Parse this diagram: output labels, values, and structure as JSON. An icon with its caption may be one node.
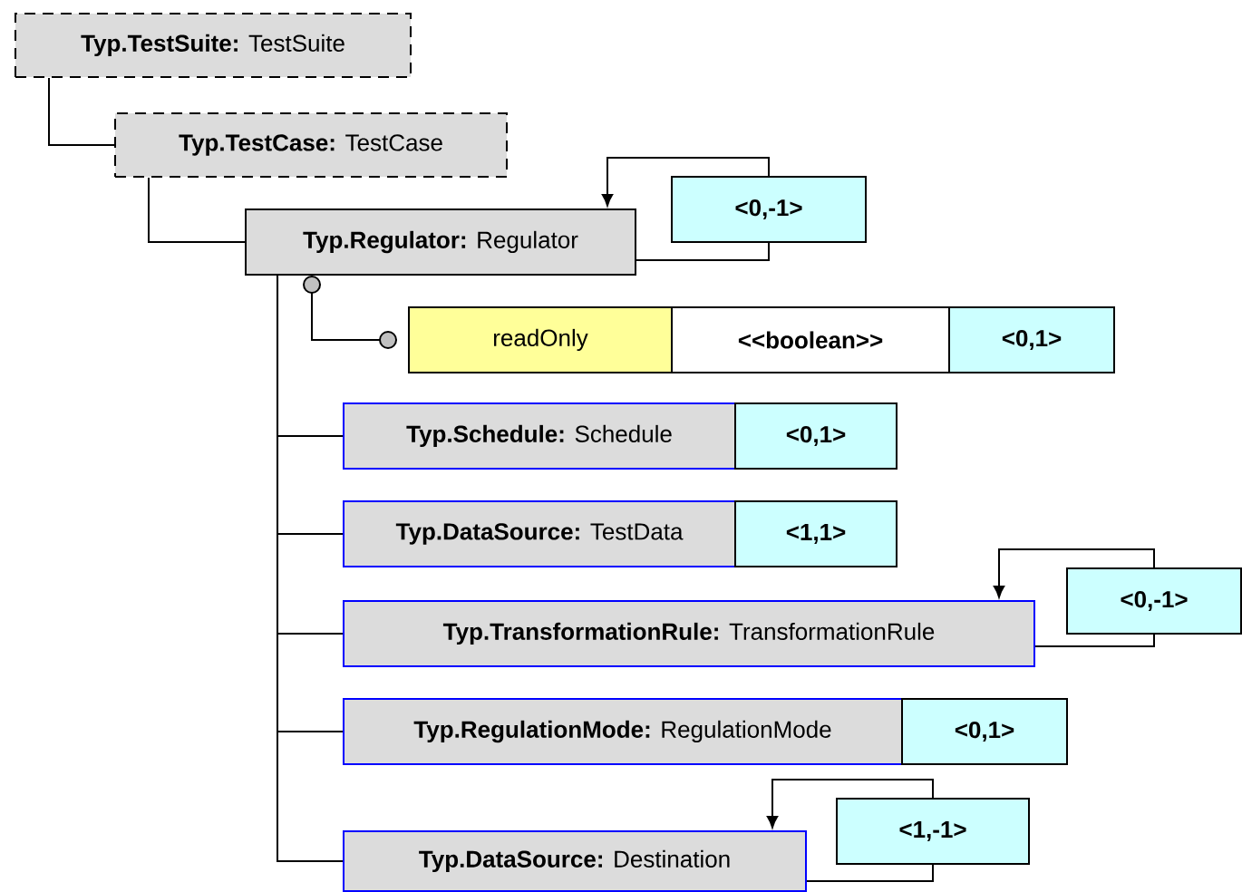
{
  "diagram": {
    "nodes": [
      {
        "text": [
          "**Typ.TestSuite:** TestSuite"
        ]
      },
      {
        "text": [
          "**Typ.TestCase:** TestCase"
        ]
      },
      {
        "text": [
          "**Typ.Regulator:** Regulator"
        ]
      },
      {
        "text": [
          "<0,-1>"
        ]
      },
      {
        "text": [
          "readOnly"
        ]
      },
      {
        "text": [
          "<<boolean>>"
        ]
      },
      {
        "text": [
          "<0,1>"
        ]
      },
      {
        "text": [
          "**Typ.Schedule:** Schedule"
        ]
      },
      {
        "text": [
          "<0,1>"
        ]
      },
      {
        "text": [
          "**Typ.DataSource:** TestData"
        ]
      },
      {
        "text": [
          "<1,1>"
        ]
      },
      {
        "text": [
          "**Typ.TransformationRule:** TransformationRule"
        ]
      },
      {
        "text": [
          "<0,-1>"
        ]
      },
      {
        "text": [
          "**Typ.RegulationMode:** RegulationMode"
        ]
      },
      {
        "text": [
          "<0,1>"
        ]
      },
      {
        "text": [
          "**Typ.DataSource:** Destination"
        ]
      },
      {
        "text": [
          "<1,-1>"
        ]
      }
    ],
    "edges": [
      {
        "from": 0,
        "to": 1,
        "arrow": "none"
      },
      {
        "from": 1,
        "to": 2,
        "arrow": "none"
      },
      {
        "from": 2,
        "to": 3,
        "arrow": "none"
      },
      {
        "from": 3,
        "to": 2,
        "arrow": "to"
      },
      {
        "from": 2,
        "to": 4,
        "arrow": "other"
      },
      {
        "from": 2,
        "to": 7,
        "arrow": "none"
      },
      {
        "from": 2,
        "to": 9,
        "arrow": "none"
      },
      {
        "from": 2,
        "to": 11,
        "arrow": "none"
      },
      {
        "from": 11,
        "to": 12,
        "arrow": "none"
      },
      {
        "from": 12,
        "to": 11,
        "arrow": "to"
      },
      {
        "from": 2,
        "to": 13,
        "arrow": "none"
      },
      {
        "from": 2,
        "to": 15,
        "arrow": "none"
      },
      {
        "from": 15,
        "to": 16,
        "arrow": "none"
      },
      {
        "from": 16,
        "to": 15,
        "arrow": "to"
      }
    ]
  }
}
